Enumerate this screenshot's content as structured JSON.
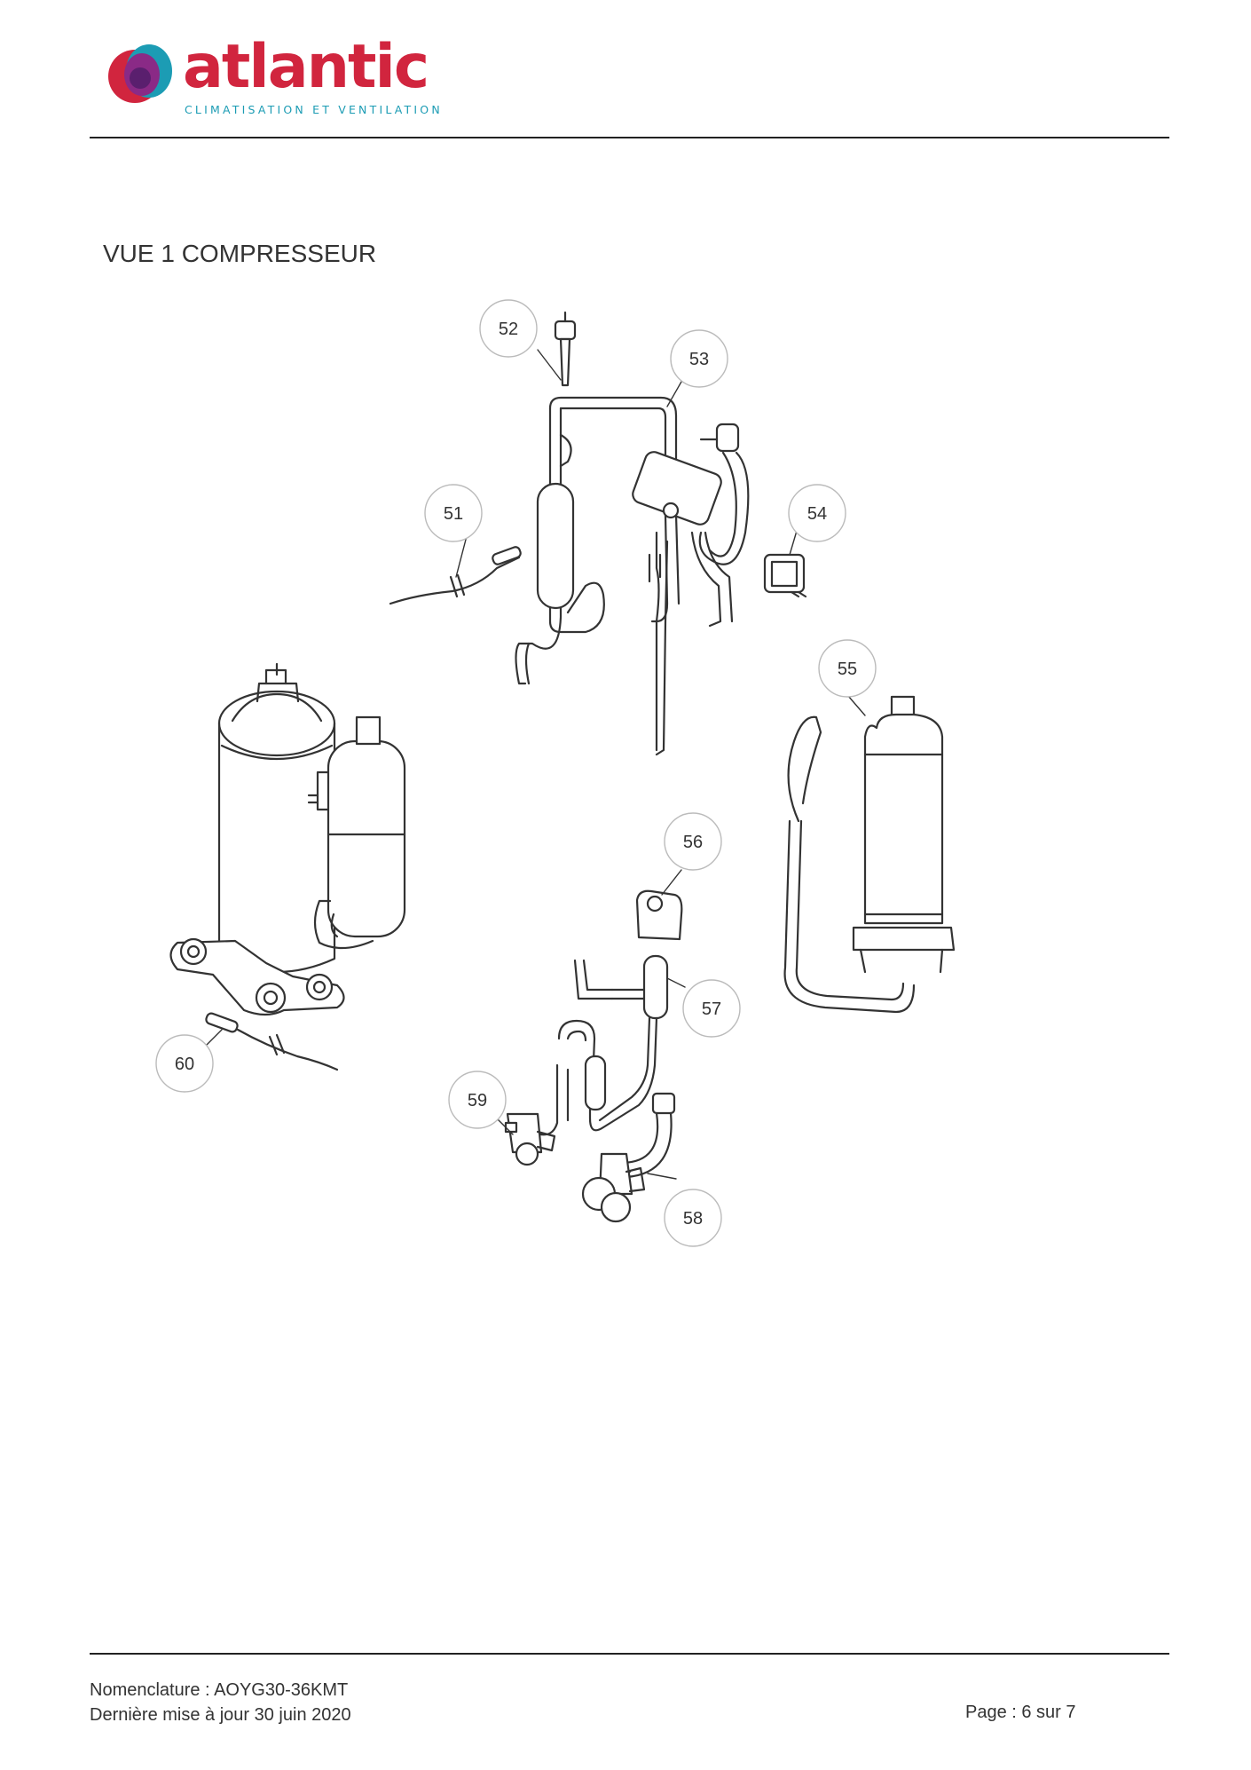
{
  "header": {
    "brand": "atlantic",
    "tagline": "CLIMATISATION ET VENTILATION",
    "colors": {
      "brand_red": "#d1253e",
      "brand_teal": "#1c9cb4",
      "brand_purple": "#8a2a86"
    }
  },
  "section": {
    "title": "VUE 1 COMPRESSEUR"
  },
  "callouts": [
    "51",
    "52",
    "53",
    "54",
    "55",
    "56",
    "57",
    "58",
    "59",
    "60"
  ],
  "footer": {
    "nomenclature": "Nomenclature : AOYG30-36KMT",
    "updated": "Dernière mise à jour 30 juin 2020",
    "page": "Page : 6 sur 7"
  }
}
